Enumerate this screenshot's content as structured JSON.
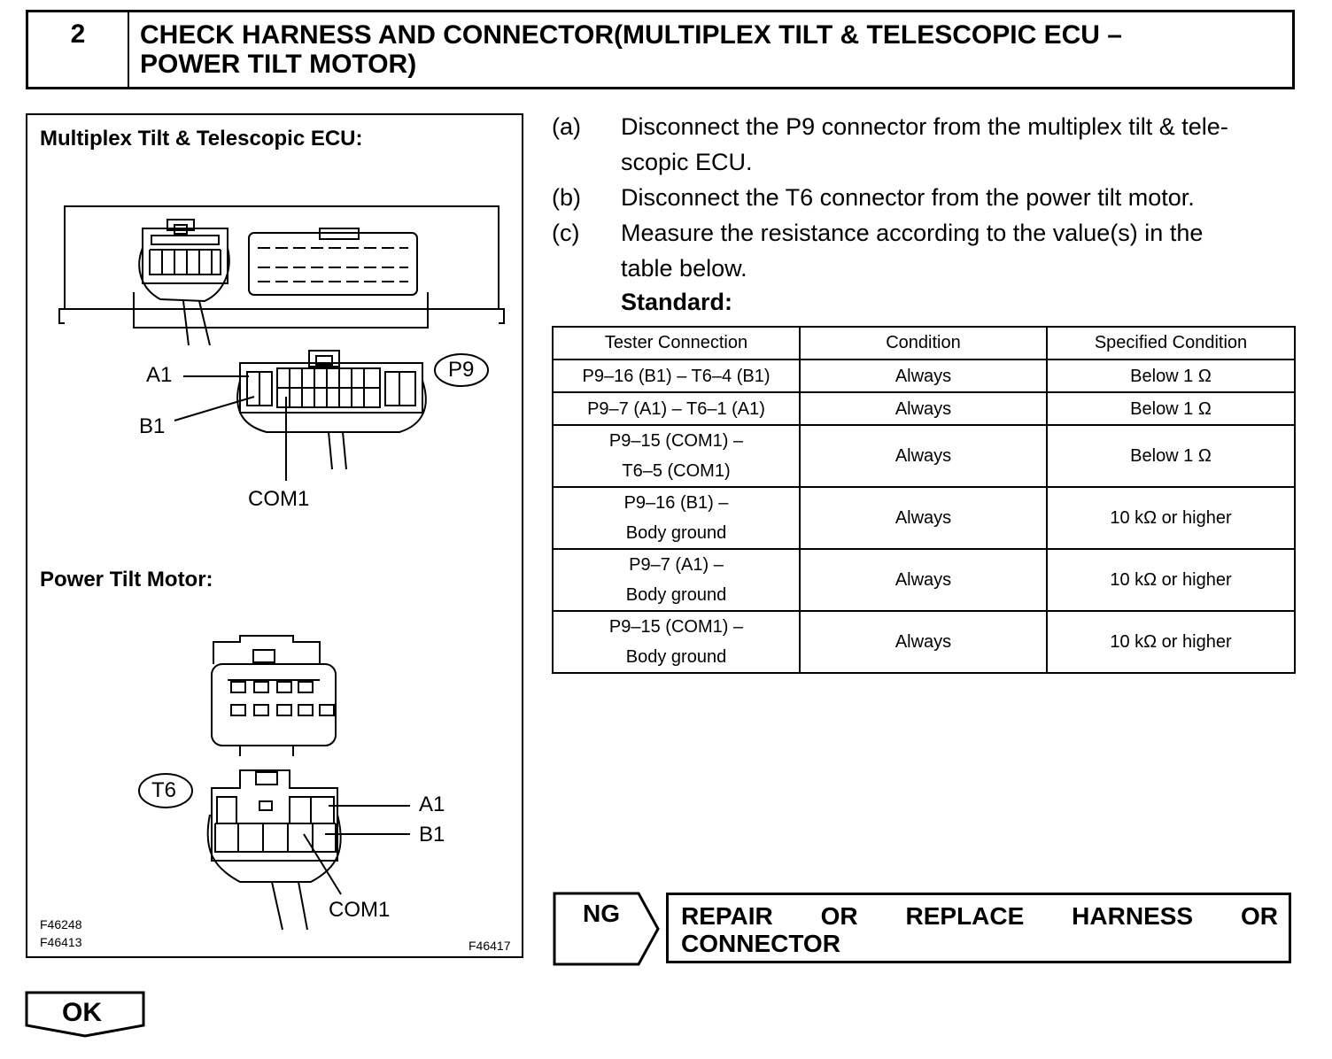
{
  "step": {
    "number": "2",
    "title_line1": "CHECK HARNESS AND CONNECTOR(MULTIPLEX TILT & TELESCOPIC ECU –",
    "title_line2": "POWER TILT MOTOR)"
  },
  "figure": {
    "ecu_heading": "Multiplex Tilt & Telescopic ECU:",
    "motor_heading": "Power Tilt Motor:",
    "ecu_connector_id": "P9",
    "motor_connector_id": "T6",
    "ecu_pin_labels": [
      "A1",
      "B1",
      "COM1"
    ],
    "motor_pin_labels": [
      "A1",
      "B1",
      "COM1"
    ],
    "figure_codes": [
      "F46248",
      "F46413"
    ],
    "figure_code_right": "F46417"
  },
  "instructions": [
    {
      "letter": "(a)",
      "line1": "Disconnect the P9 connector from the multiplex tilt & tele-",
      "line2": "scopic ECU."
    },
    {
      "letter": "(b)",
      "line1": "Disconnect the T6 connector from the power tilt motor.",
      "line2": ""
    },
    {
      "letter": "(c)",
      "line1": "Measure the resistance according to the value(s) in the",
      "line2": "table below."
    }
  ],
  "standard_label": "Standard:",
  "table": {
    "headers": [
      "Tester Connection",
      "Condition",
      "Specified Condition"
    ],
    "rows": [
      {
        "connection": [
          "P9–16 (B1) – T6–4 (B1)"
        ],
        "condition": "Always",
        "specified": "Below 1 Ω"
      },
      {
        "connection": [
          "P9–7 (A1) – T6–1 (A1)"
        ],
        "condition": "Always",
        "specified": "Below 1 Ω"
      },
      {
        "connection": [
          "P9–15 (COM1) –",
          "T6–5 (COM1)"
        ],
        "condition": "Always",
        "specified": "Below 1 Ω"
      },
      {
        "connection": [
          "P9–16 (B1) –",
          "Body ground"
        ],
        "condition": "Always",
        "specified": "10 kΩ or higher"
      },
      {
        "connection": [
          "P9–7 (A1) –",
          "Body ground"
        ],
        "condition": "Always",
        "specified": "10 kΩ or higher"
      },
      {
        "connection": [
          "P9–15 (COM1) –",
          "Body ground"
        ],
        "condition": "Always",
        "specified": "10 kΩ or higher"
      }
    ]
  },
  "ng": {
    "label": "NG",
    "action_line1": "REPAIR OR REPLACE HARNESS OR",
    "action_line2": "CONNECTOR"
  },
  "ok": {
    "label": "OK"
  }
}
